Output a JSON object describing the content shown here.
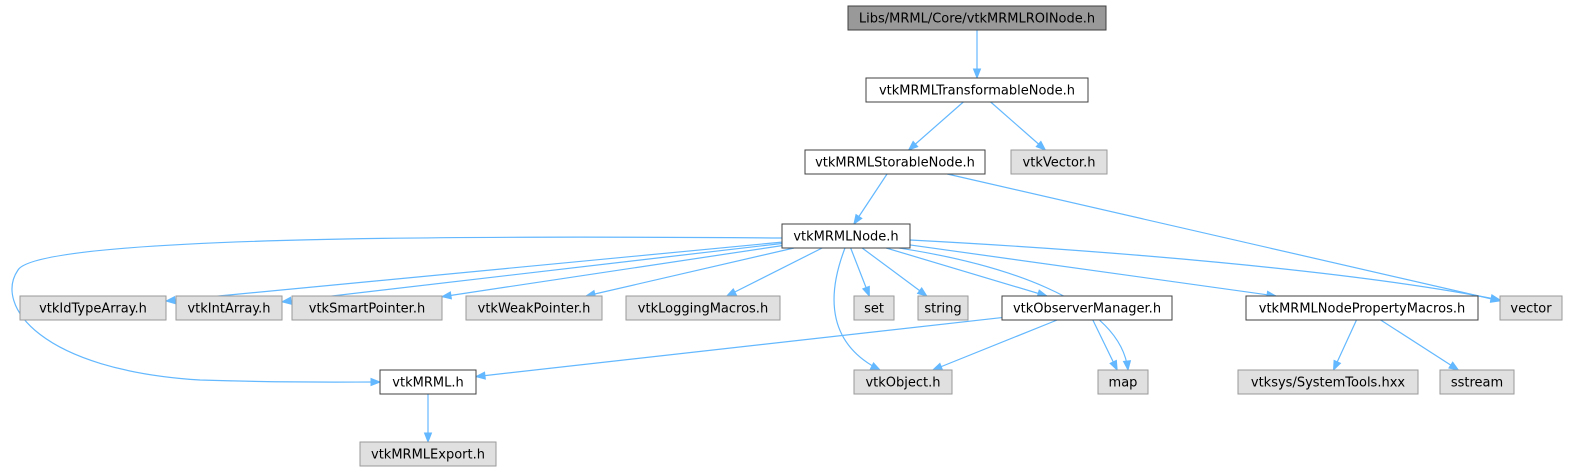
{
  "colors": {
    "root_fill": "#999999",
    "node_fill": "#ffffff",
    "node_stroke": "#404040",
    "external_fill": "#e0e0e0",
    "external_stroke": "#999999",
    "edge": "#63b8ff"
  },
  "nodes": [
    {
      "id": "roi_node",
      "label": "Libs/MRML/Core/vtkMRMLROINode.h",
      "kind": "root"
    },
    {
      "id": "transformable_node",
      "label": "vtkMRMLTransformableNode.h",
      "kind": "documented"
    },
    {
      "id": "storable_node",
      "label": "vtkMRMLStorableNode.h",
      "kind": "documented"
    },
    {
      "id": "vtk_vector",
      "label": "vtkVector.h",
      "kind": "external"
    },
    {
      "id": "mrml_node",
      "label": "vtkMRMLNode.h",
      "kind": "documented"
    },
    {
      "id": "vtk_id_type_array",
      "label": "vtkIdTypeArray.h",
      "kind": "external"
    },
    {
      "id": "vtk_int_array",
      "label": "vtkIntArray.h",
      "kind": "external"
    },
    {
      "id": "vtk_smart_pointer",
      "label": "vtkSmartPointer.h",
      "kind": "external"
    },
    {
      "id": "vtk_weak_pointer",
      "label": "vtkWeakPointer.h",
      "kind": "external"
    },
    {
      "id": "vtk_logging_macros",
      "label": "vtkLoggingMacros.h",
      "kind": "external"
    },
    {
      "id": "set",
      "label": "set",
      "kind": "external"
    },
    {
      "id": "string",
      "label": "string",
      "kind": "external"
    },
    {
      "id": "observer_manager",
      "label": "vtkObserverManager.h",
      "kind": "documented"
    },
    {
      "id": "node_property_macros",
      "label": "vtkMRMLNodePropertyMacros.h",
      "kind": "documented"
    },
    {
      "id": "vector",
      "label": "vector",
      "kind": "external"
    },
    {
      "id": "vtk_mrml",
      "label": "vtkMRML.h",
      "kind": "documented"
    },
    {
      "id": "vtk_object",
      "label": "vtkObject.h",
      "kind": "external"
    },
    {
      "id": "map",
      "label": "map",
      "kind": "external"
    },
    {
      "id": "system_tools",
      "label": "vtksys/SystemTools.hxx",
      "kind": "external"
    },
    {
      "id": "sstream",
      "label": "sstream",
      "kind": "external"
    },
    {
      "id": "mrml_export",
      "label": "vtkMRMLExport.h",
      "kind": "external"
    }
  ],
  "edges": [
    {
      "from": "roi_node",
      "to": "transformable_node"
    },
    {
      "from": "transformable_node",
      "to": "storable_node"
    },
    {
      "from": "transformable_node",
      "to": "vtk_vector"
    },
    {
      "from": "storable_node",
      "to": "mrml_node"
    },
    {
      "from": "storable_node",
      "to": "vector"
    },
    {
      "from": "mrml_node",
      "to": "vtk_id_type_array"
    },
    {
      "from": "mrml_node",
      "to": "vtk_int_array"
    },
    {
      "from": "mrml_node",
      "to": "vtk_smart_pointer"
    },
    {
      "from": "mrml_node",
      "to": "vtk_weak_pointer"
    },
    {
      "from": "mrml_node",
      "to": "vtk_logging_macros"
    },
    {
      "from": "mrml_node",
      "to": "set"
    },
    {
      "from": "mrml_node",
      "to": "string"
    },
    {
      "from": "mrml_node",
      "to": "observer_manager"
    },
    {
      "from": "mrml_node",
      "to": "node_property_macros"
    },
    {
      "from": "mrml_node",
      "to": "vector"
    },
    {
      "from": "mrml_node",
      "to": "vtk_mrml"
    },
    {
      "from": "mrml_node",
      "to": "vtk_object"
    },
    {
      "from": "mrml_node",
      "to": "map"
    },
    {
      "from": "observer_manager",
      "to": "vtk_mrml"
    },
    {
      "from": "observer_manager",
      "to": "vtk_object"
    },
    {
      "from": "observer_manager",
      "to": "map"
    },
    {
      "from": "node_property_macros",
      "to": "system_tools"
    },
    {
      "from": "node_property_macros",
      "to": "sstream"
    },
    {
      "from": "vtk_mrml",
      "to": "mrml_export"
    }
  ]
}
